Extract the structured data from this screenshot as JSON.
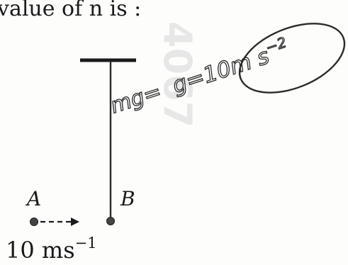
{
  "question_tail": "value of n is :",
  "diagram": {
    "point_a_label": "A",
    "point_b_label": "B",
    "velocity_value": "10 ms",
    "velocity_exponent": "−1"
  },
  "handwritten_note": {
    "mg_text": "mg= ",
    "value_text": "g=10m s",
    "exponent": "−2"
  },
  "watermark_text": "4067",
  "colors": {
    "ink": "#1a1a1a",
    "rod": "#2a2a2a",
    "pencil": "#2b2b2b",
    "watermark": "#d6d6d6"
  }
}
